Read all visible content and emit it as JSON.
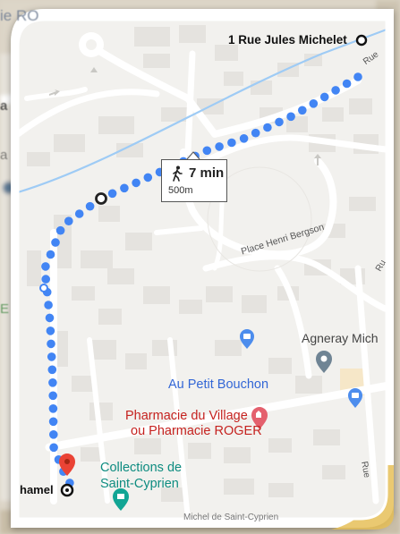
{
  "background": {
    "ghost_top_text": "ie RO",
    "ghost_left_a": "a",
    "ghost_left_a2": "a",
    "ghost_left_e": "E"
  },
  "route": {
    "mode_icon": "walking-person-icon",
    "duration": "7 min",
    "distance": "500m",
    "color": "#4285f4"
  },
  "origin": {
    "label": "1 Rue Jules Michelet"
  },
  "destination": {
    "label": "hamel"
  },
  "streets": {
    "place_henri_bergson": "Place Henri Bergson",
    "rue_upper_right": "Rue",
    "rue_right_edge": "Ru",
    "rue_bottom_right": "Rue"
  },
  "places": {
    "au_petit_bouchon": "Au Petit Bouchon",
    "agneray": "Agneray Mich",
    "pharmacie_line1": "Pharmacie du Village",
    "pharmacie_line2": "ou Pharmacie ROGER",
    "collections_line1": "Collections de",
    "collections_line2": "Saint-Cyprien",
    "bottom_street": "Michel de Saint-Cyprien"
  },
  "colors": {
    "map_bg": "#f2f1ee",
    "building": "#e5e3df",
    "road": "#ffffff",
    "water": "#9ecbf5",
    "pin_red": "#ea4335",
    "poi_blue": "#4d8ded",
    "pharmacy_red": "#e4606d",
    "poi_teal": "#0e8c80"
  }
}
